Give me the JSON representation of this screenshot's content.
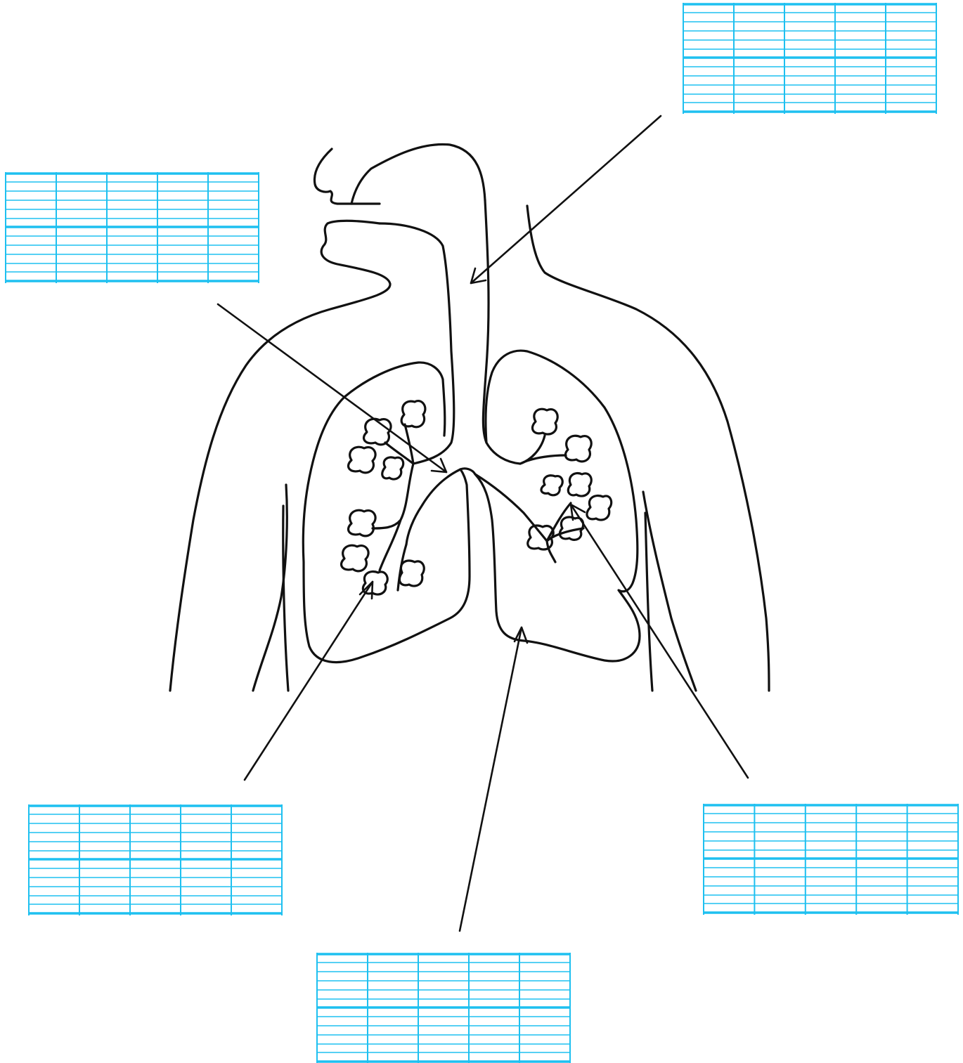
{
  "labels": [
    {
      "id": "trachea",
      "text": ""
    },
    {
      "id": "bronchus",
      "text": ""
    },
    {
      "id": "alveoli",
      "text": ""
    },
    {
      "id": "lung",
      "text": ""
    },
    {
      "id": "bronchiole",
      "text": ""
    }
  ],
  "colors": {
    "outline": "#111111",
    "writing_grid": "#1ec0f0",
    "background": "#ffffff"
  }
}
